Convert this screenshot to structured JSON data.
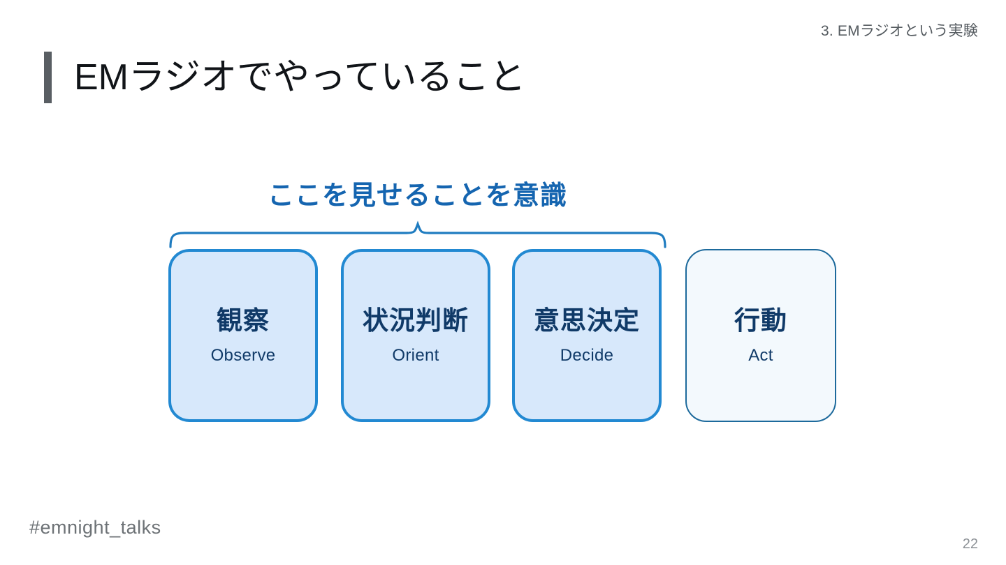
{
  "slide": {
    "section_label": "3. EMラジオという実験",
    "title": "EMラジオでやっていること",
    "annotation": "ここを見せることを意識",
    "footer_hashtag": "#emnight_talks",
    "page_number": "22"
  },
  "colors": {
    "accent_blue": "#2289d2",
    "annotation_blue": "#1565b0",
    "box_fill_active": "#d7e8fb",
    "box_fill_muted": "#f3f9fd",
    "box_border_muted": "#1d6a9c",
    "text_navy": "#103a68",
    "title_bar_gray": "#595e63",
    "title_text": "#111418",
    "footer_gray": "#6d7276"
  },
  "diagram": {
    "type": "ooda-loop",
    "brace_spans_boxes": [
      1,
      2,
      3
    ],
    "boxes": [
      {
        "jp": "観察",
        "en": "Observe",
        "highlighted": true
      },
      {
        "jp": "状況判断",
        "en": "Orient",
        "highlighted": true
      },
      {
        "jp": "意思決定",
        "en": "Decide",
        "highlighted": true
      },
      {
        "jp": "行動",
        "en": "Act",
        "highlighted": false
      }
    ]
  }
}
